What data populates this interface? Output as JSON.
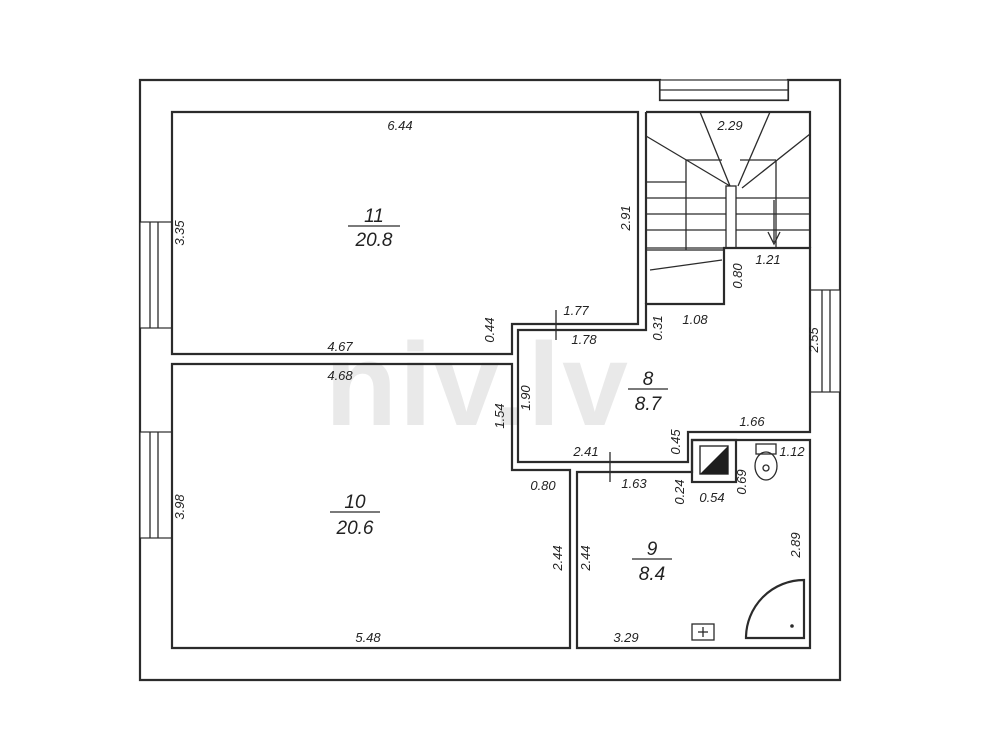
{
  "watermark": "niv.lv",
  "rooms": [
    {
      "number": "11",
      "area": "20.8"
    },
    {
      "number": "10",
      "area": "20.6"
    },
    {
      "number": "8",
      "area": "8.7"
    },
    {
      "number": "9",
      "area": "8.4"
    }
  ],
  "dimensions": {
    "r11_top": "6.44",
    "r11_left": "3.35",
    "r11_right": "2.91",
    "r11_bottom": "4.67",
    "wall_044": "0.44",
    "r8_top_upper": "1.77",
    "r8_top_lower": "1.78",
    "r10_top": "4.68",
    "r10_left": "3.98",
    "r10_bottom": "5.48",
    "r10_right": "2.44",
    "r9_left": "2.44",
    "step_080": "0.80",
    "r8_190": "1.90",
    "r8_154": "1.54",
    "r8_241": "2.41",
    "r8_163": "1.63",
    "r8_045": "0.45",
    "r8_166": "1.66",
    "r8_255": "2.55",
    "r8_031": "0.31",
    "stair_108": "1.08",
    "stair_080": "0.80",
    "stair_121": "1.21",
    "stair_229": "2.29",
    "shaft_024": "0.24",
    "shaft_054": "0.54",
    "wc_069": "0.69",
    "wc_112": "1.12",
    "r9_right": "2.89",
    "r9_bottom": "3.29"
  }
}
